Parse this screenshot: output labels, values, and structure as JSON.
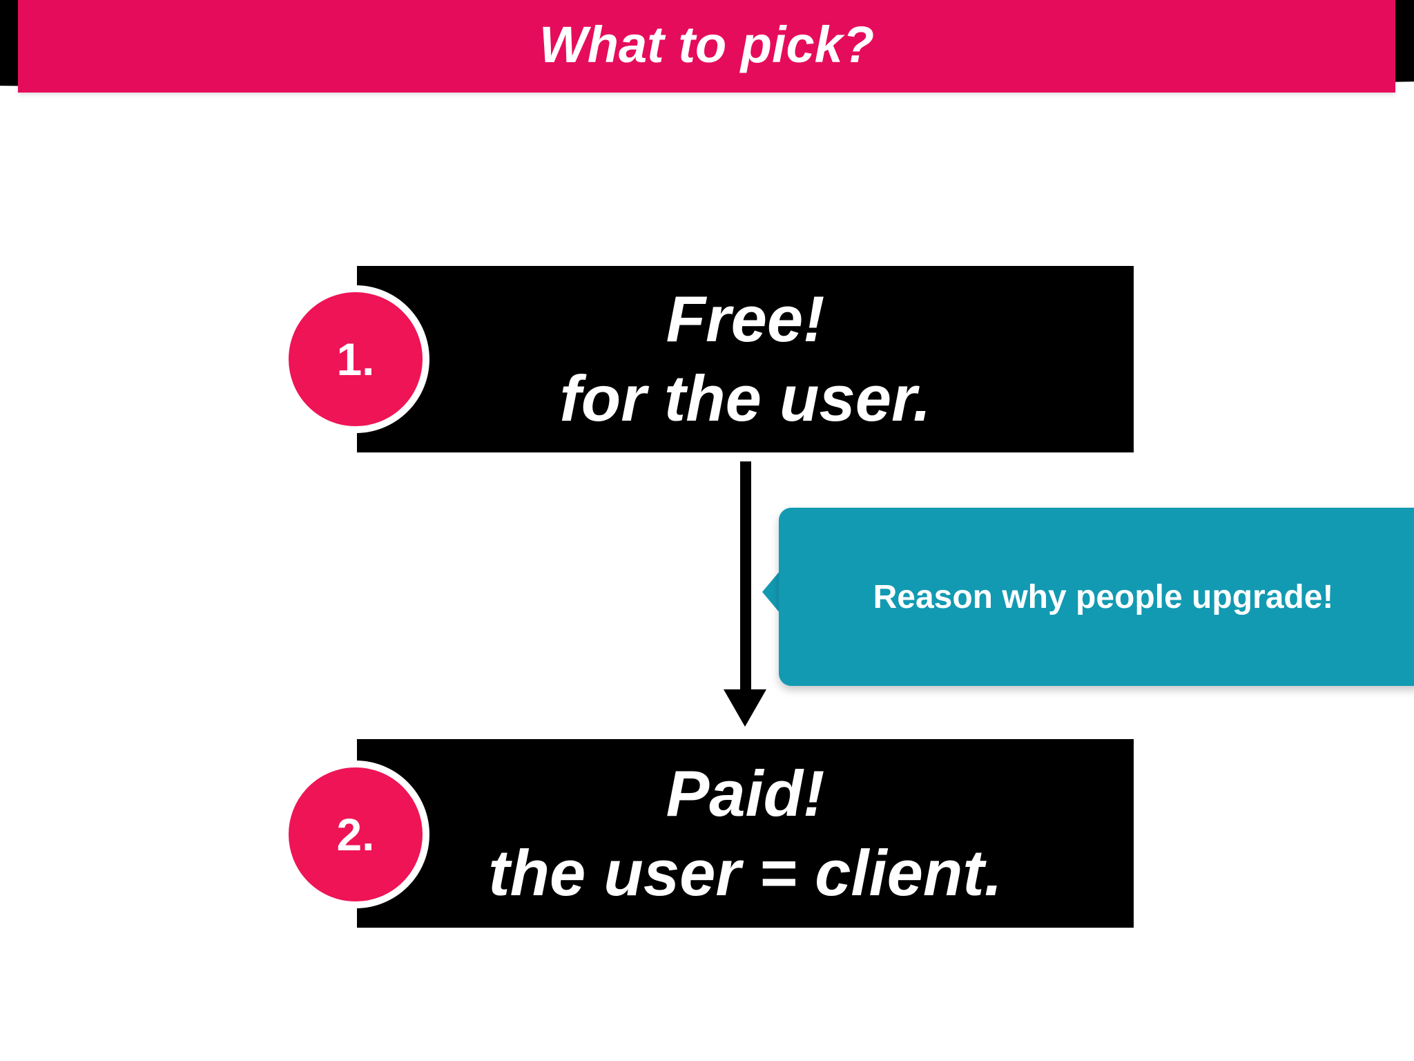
{
  "slide": {
    "title": "What to pick?"
  },
  "flow": {
    "step1": {
      "number": "1.",
      "title": "Free!",
      "subtitle": "for the user."
    },
    "step2": {
      "number": "2.",
      "title": "Paid!",
      "subtitle": "the user = client."
    },
    "callout": {
      "text": "Reason why people upgrade!"
    }
  },
  "colors": {
    "header_pink": "#E60C5C",
    "badge_pink": "#EE1456",
    "box_black": "#000000",
    "callout_teal": "#129AB2",
    "text_white": "#FFFFFF"
  }
}
